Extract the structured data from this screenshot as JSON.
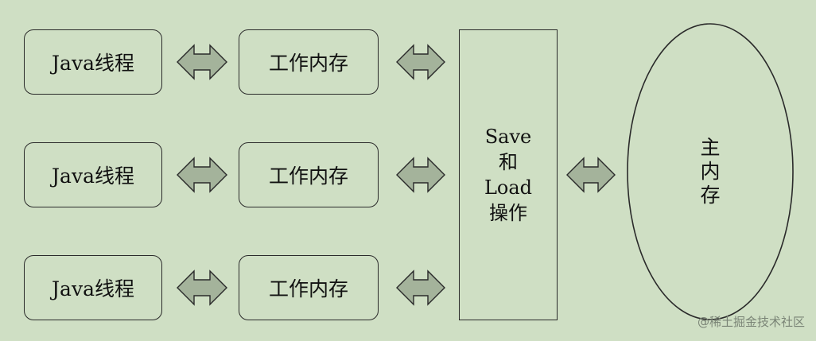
{
  "threads": [
    {
      "label": "Java线程"
    },
    {
      "label": "Java线程"
    },
    {
      "label": "Java线程"
    }
  ],
  "working_memories": [
    {
      "label": "工作内存"
    },
    {
      "label": "工作内存"
    },
    {
      "label": "工作内存"
    }
  ],
  "save_load": {
    "line1": "Save",
    "line2": "和",
    "line3": "Load",
    "line4": "操作"
  },
  "main_memory": {
    "line1": "主",
    "line2": "内",
    "line3": "存"
  },
  "watermark": "@稀土掘金技术社区",
  "colors": {
    "background": "#cfdfc4",
    "arrow_fill": "#a4b39b",
    "stroke": "#2a2a2a"
  }
}
